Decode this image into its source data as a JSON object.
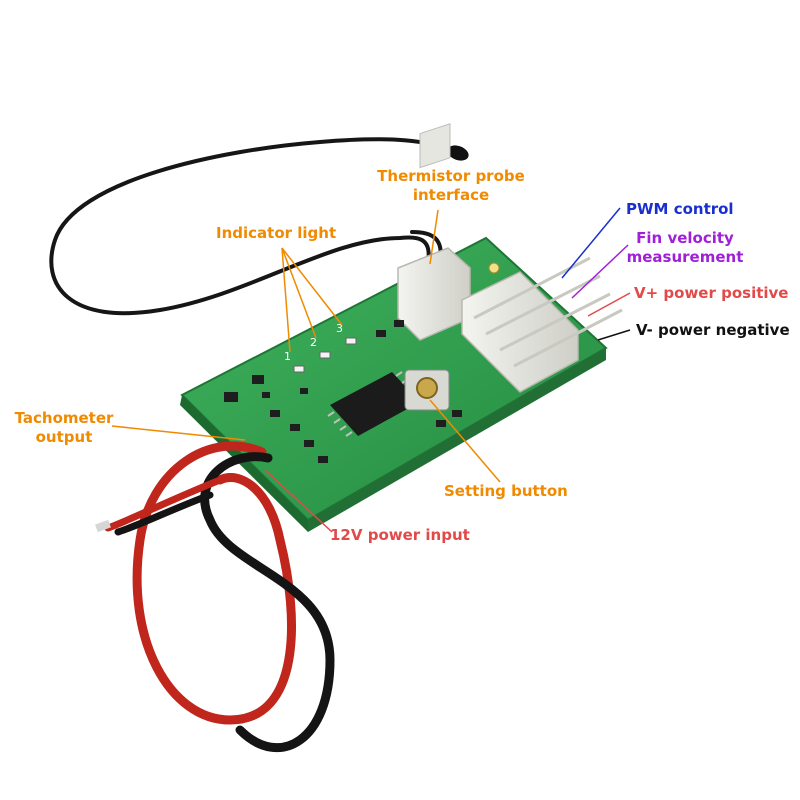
{
  "labels": {
    "thermistor_line1": "Thermistor probe",
    "thermistor_line2": "interface",
    "indicator": "Indicator light",
    "pwm": "PWM control",
    "fin_line1": "Fin velocity",
    "fin_line2": "measurement",
    "vplus": "V+ power positive",
    "vminus": "V- power negative",
    "tach_line1": "Tachometer",
    "tach_line2": "output",
    "setting": "Setting button",
    "power": "12V power input"
  },
  "led_numbers": [
    "1",
    "2",
    "3"
  ],
  "colors": {
    "orange": "#f08a00",
    "blue": "#1a2fd0",
    "purple": "#a020d8",
    "red": "#e24a4a",
    "black": "#111111",
    "pcb": "#2f9e4e"
  }
}
